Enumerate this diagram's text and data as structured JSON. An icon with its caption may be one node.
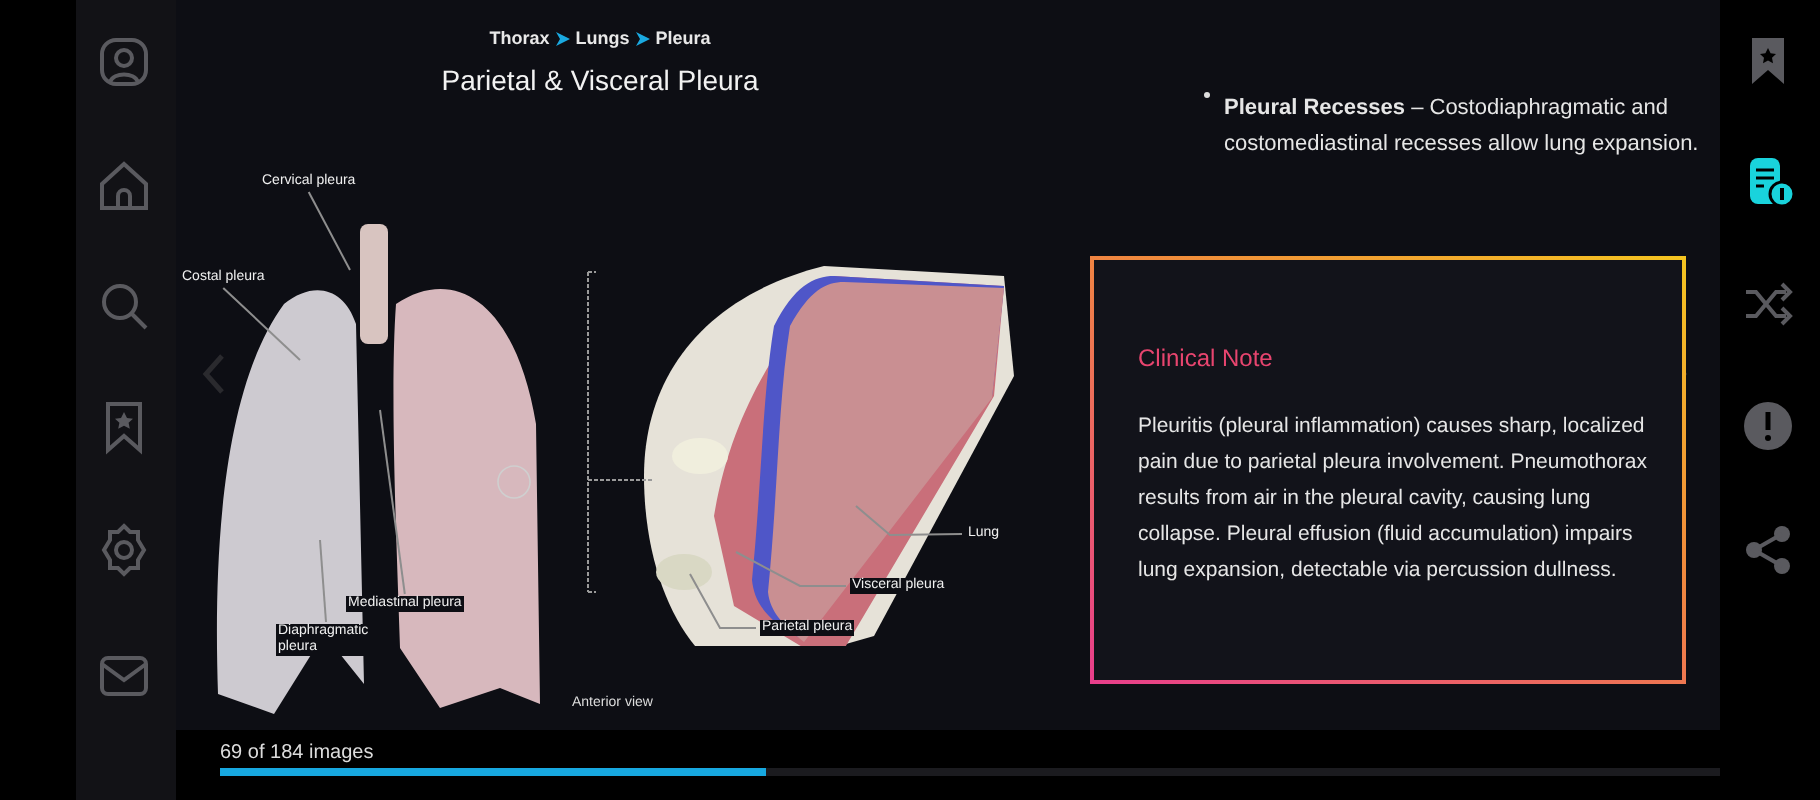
{
  "diagram": {
    "title": "Parietal & Visceral Pleura",
    "nodes": [
      {
        "text": [],
        "shape": "picture"
      },
      {
        "text": [],
        "shape": "picture"
      },
      {
        "text": [
          "Cervical pleura"
        ]
      },
      {
        "text": [
          "Costal pleura"
        ]
      },
      {
        "text": [
          "Mediastinal pleura"
        ],
        "in": 0
      },
      {
        "text": [
          "Diaphragmatic pleura"
        ],
        "in": 0
      },
      {
        "text": [
          "Lung"
        ]
      },
      {
        "text": [
          "Visceral pleura"
        ],
        "in": 1
      },
      {
        "text": [
          "Parietal pleura"
        ],
        "in": 1
      },
      {
        "text": [
          "Clinical Note",
          "Pleuritis (pleural inflammation) causes sharp, localized pain due to parietal pleura involvement. Pneumothorax results from air in the pleural cavity, causing lung collapse. Pleural effusion (fluid accumulation) impairs lung expansion, detectable via percussion dullness."
        ]
      }
    ],
    "edges": [
      {
        "from": 2,
        "to": 0,
        "arrow": "none"
      },
      {
        "from": 3,
        "to": 0,
        "arrow": "none"
      },
      {
        "from": 4,
        "to": 0,
        "arrow": "none"
      },
      {
        "from": 5,
        "to": 0,
        "arrow": "none"
      },
      {
        "from": 6,
        "to": 1,
        "arrow": "none"
      },
      {
        "from": 7,
        "to": 1,
        "arrow": "none"
      },
      {
        "from": 8,
        "to": 1,
        "arrow": "none"
      }
    ],
    "labels": [
      "Thorax",
      "Lungs",
      "Pleura",
      "Anterior view",
      "**Pleural Recesses** – Costodiaphragmatic and costomediastinal recesses allow lung expansion.",
      "69 of 184 images"
    ]
  }
}
